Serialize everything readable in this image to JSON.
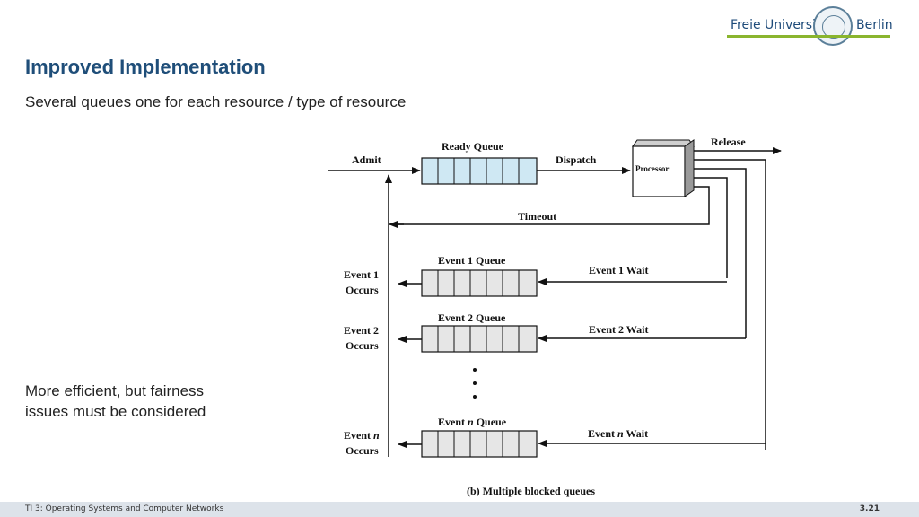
{
  "logo": {
    "left": "Freie Universität",
    "right": "Berlin"
  },
  "slide": {
    "title": "Improved Implementation",
    "subtitle": "Several queues one for each resource / type of resource",
    "note_line1": "More efficient, but fairness",
    "note_line2": "issues must be considered"
  },
  "diagram": {
    "ready_queue": "Ready Queue",
    "admit": "Admit",
    "dispatch": "Dispatch",
    "processor": "Processor",
    "release": "Release",
    "timeout": "Timeout",
    "event1_queue": "Event 1 Queue",
    "event1_wait": "Event 1 Wait",
    "event1_occurs_l1": "Event 1",
    "event1_occurs_l2": "Occurs",
    "event2_queue": "Event 2 Queue",
    "event2_wait": "Event 2 Wait",
    "event2_occurs_l1": "Event 2",
    "event2_occurs_l2": "Occurs",
    "eventn_queue_pre": "Event ",
    "eventn_queue_n": "n",
    "eventn_queue_post": " Queue",
    "eventn_wait_pre": "Event ",
    "eventn_wait_n": "n",
    "eventn_wait_post": " Wait",
    "eventn_occurs_pre": "Event ",
    "eventn_occurs_n": "n",
    "eventn_occurs_l2": "Occurs",
    "caption": "(b) Multiple blocked queues"
  },
  "footer": {
    "left": "TI 3: Operating Systems and Computer Networks",
    "right": "3.21"
  }
}
